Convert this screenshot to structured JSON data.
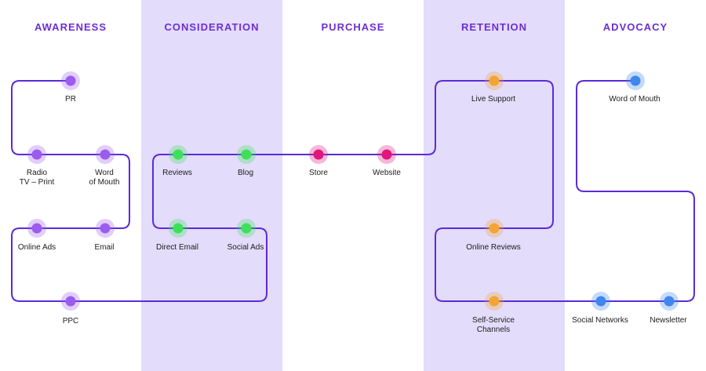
{
  "stages": [
    {
      "id": "awareness",
      "title": "AWARENESS"
    },
    {
      "id": "consideration",
      "title": "CONSIDERATION"
    },
    {
      "id": "purchase",
      "title": "PURCHASE"
    },
    {
      "id": "retention",
      "title": "RETENTION"
    },
    {
      "id": "advocacy",
      "title": "ADVOCACY"
    }
  ],
  "colors": {
    "band": "#e3dcfb",
    "title": "#6b2fd6",
    "path": "#5b2bd9",
    "awareness": "#9b5cf0",
    "consideration": "#3ee05a",
    "purchase": "#e2157e",
    "retention": "#f3a533",
    "advocacy": "#3f86ee"
  },
  "touchpoints": [
    {
      "label": "PR",
      "stage": "awareness"
    },
    {
      "label": "Radio\nTV – Print",
      "stage": "awareness"
    },
    {
      "label": "Word\nof Mouth",
      "stage": "awareness"
    },
    {
      "label": "Online Ads",
      "stage": "awareness"
    },
    {
      "label": "Email",
      "stage": "awareness"
    },
    {
      "label": "PPC",
      "stage": "awareness"
    },
    {
      "label": "Reviews",
      "stage": "consideration"
    },
    {
      "label": "Blog",
      "stage": "consideration"
    },
    {
      "label": "Direct Email",
      "stage": "consideration"
    },
    {
      "label": "Social Ads",
      "stage": "consideration"
    },
    {
      "label": "Store",
      "stage": "purchase"
    },
    {
      "label": "Website",
      "stage": "purchase"
    },
    {
      "label": "Live Support",
      "stage": "retention"
    },
    {
      "label": "Online Reviews",
      "stage": "retention"
    },
    {
      "label": "Self-Service\nChannels",
      "stage": "retention"
    },
    {
      "label": "Word of Mouth",
      "stage": "advocacy"
    },
    {
      "label": "Social Networks",
      "stage": "advocacy"
    },
    {
      "label": "Newsletter",
      "stage": "advocacy"
    }
  ]
}
